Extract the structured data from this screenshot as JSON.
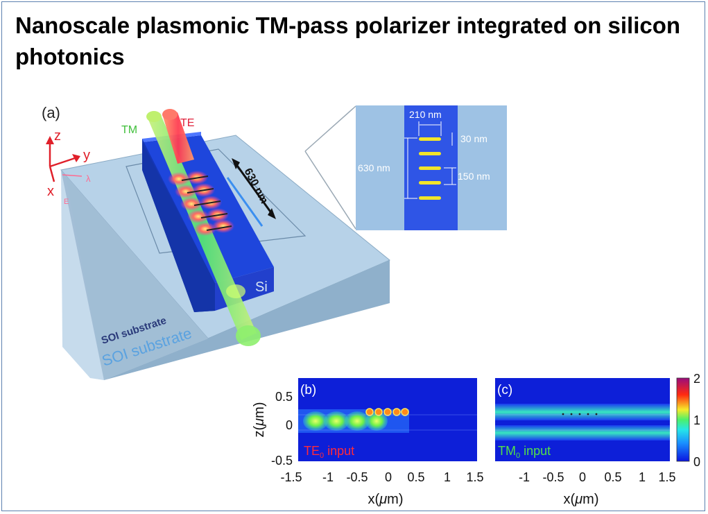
{
  "title": "Nanoscale plasmonic TM-pass polarizer integrated on silicon photonics",
  "panel_a": {
    "label": "(a)",
    "axes": {
      "z": "z",
      "y": "y",
      "x": "x",
      "lambda": "λ",
      "e": "E"
    },
    "beam_tm": "TM",
    "beam_te": "TE",
    "length_dim": "630 nm",
    "si_label": "Si",
    "substrate_top": "SOI substrate",
    "substrate_side": "SOI substrate",
    "colors": {
      "si": "#1f47d8",
      "substrate": "#a9c8e2",
      "tm": "#7de86b",
      "te": "#ff5a66"
    }
  },
  "inset": {
    "width_dim": "210 nm",
    "height_dim": "630 nm",
    "thickness_dim": "30 nm",
    "pitch_dim": "150 nm",
    "strip_count": 5
  },
  "panel_b": {
    "label": "(b)",
    "input_main": "TE",
    "input_sub": "0",
    "input_rest": " input"
  },
  "panel_c": {
    "label": "(c)",
    "input_main": "TM",
    "input_sub": "0",
    "input_rest": " input"
  },
  "yaxis": {
    "label_pre": "z(",
    "label_mu": "μ",
    "label_post": "m)",
    "ticks": [
      "0.5",
      "0",
      "-0.5"
    ]
  },
  "xaxis_b": {
    "label_pre": "x(",
    "label_mu": "μ",
    "label_post": "m)",
    "ticks": [
      "-1.5",
      "-1",
      "-0.5",
      "0",
      "0.5",
      "1",
      "1.5"
    ]
  },
  "xaxis_c": {
    "label_pre": "x(",
    "label_mu": "μ",
    "label_post": "m)",
    "ticks": [
      "-1",
      "-0.5",
      "0",
      "0.5",
      "1",
      "1.5"
    ]
  },
  "colorbar": {
    "ticks": [
      "2",
      "1",
      "0"
    ]
  }
}
